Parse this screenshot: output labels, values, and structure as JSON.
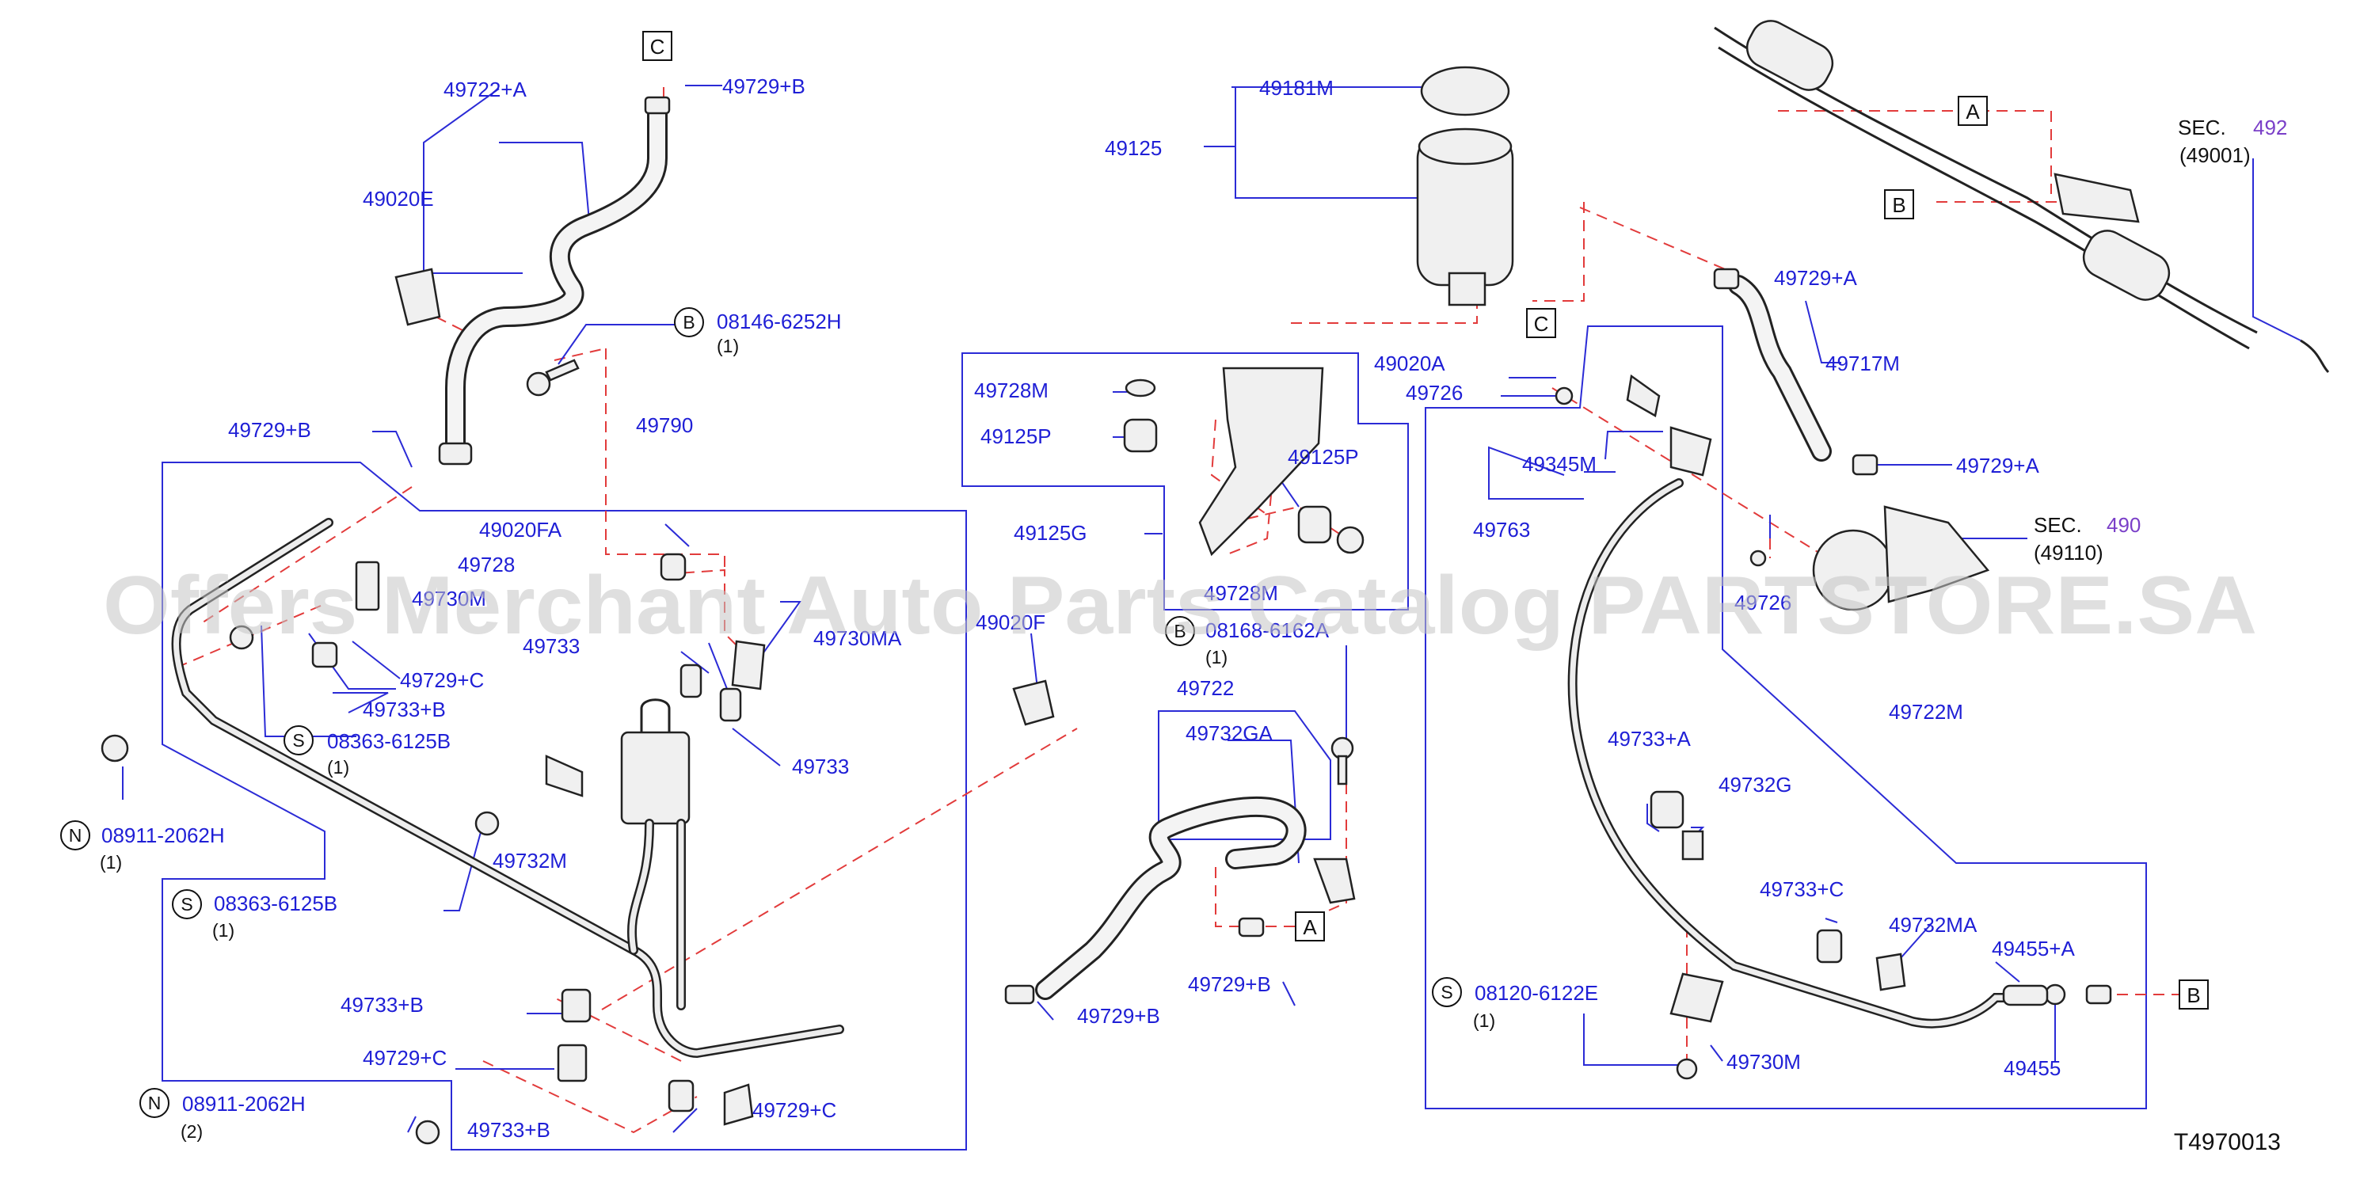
{
  "diagram_code": "T4970013",
  "watermark": "Offers Merchant Auto Parts Catalog PARTSTORE.SA",
  "colors": {
    "label": "#1f1fd6",
    "leader": "#2b2bd6",
    "dash": "#e23b3b",
    "sec_ref": "#7a3fc8"
  },
  "callouts": {
    "C_top": "C",
    "C_tank": "C",
    "A_rack": "A",
    "B_rack": "B",
    "A_center": "A",
    "B_right": "B"
  },
  "labels": {
    "p49722_A": "49722+A",
    "p49729_B_top": "49729+B",
    "p49020E": "49020E",
    "b08146": "08146-6252H",
    "b08146_qty": "(1)",
    "p49729_B_left": "49729+B",
    "p49790": "49790",
    "p49020FA": "49020FA",
    "p49728_left": "49728",
    "p49730_partial": "49730M",
    "p49733_a": "49733",
    "p49730MA": "49730MA",
    "p49729_C_left": "49729+C",
    "p49733_B_left": "49733+B",
    "s08363_a": "08363-6125B",
    "s08363_a_qty": "(1)",
    "p49733_b": "49733",
    "n08911_a": "08911-2062H",
    "n08911_a_qty": "(1)",
    "p49732M": "49732M",
    "s08363_b": "08363-6125B",
    "s08363_b_qty": "(1)",
    "p49733_B_bot": "49733+B",
    "p49729_C_bot": "49729+C",
    "n08911_b": "08911-2062H",
    "n08911_b_qty": "(2)",
    "p49733_B_bot2": "49733+B",
    "p49729_C_bot2": "49729+C",
    "p49181M": "49181M",
    "p49125": "49125",
    "p49020A": "49020A",
    "p49726_top": "49726",
    "p49728M": "49728M",
    "p49125P_left": "49125P",
    "p49125P_right": "49125P",
    "p49125G": "49125G",
    "p49728M_partial": "49728M",
    "p49020F_partial": "49020F",
    "b08168": "08168-6162A",
    "b08168_qty": "(1)",
    "p49722": "49722",
    "p49732GA": "49732GA",
    "p49729_B_center": "49729+B",
    "p49729_B_bottom": "49729+B",
    "p49345M": "49345M",
    "p49763": "49763",
    "p49726_bot": "49726",
    "p49729_A_top": "49729+A",
    "p49717M": "49717M",
    "p49729_A_mid": "49729+A",
    "sec490": "SEC.",
    "sec490_num": "490",
    "sec490_sub": "(49110)",
    "sec492": "SEC.",
    "sec492_num": "492",
    "sec492_sub": "(49001)",
    "p49722M": "49722M",
    "p49733_A": "49733+A",
    "p49732G": "49732G",
    "p49733_C": "49733+C",
    "p49732MA": "49732MA",
    "p49455_A": "49455+A",
    "s08120": "08120-6122E",
    "s08120_qty": "(1)",
    "p49730M": "49730M",
    "p49455": "49455"
  },
  "fastener_codes": {
    "B": "B",
    "S": "S",
    "N": "N"
  }
}
